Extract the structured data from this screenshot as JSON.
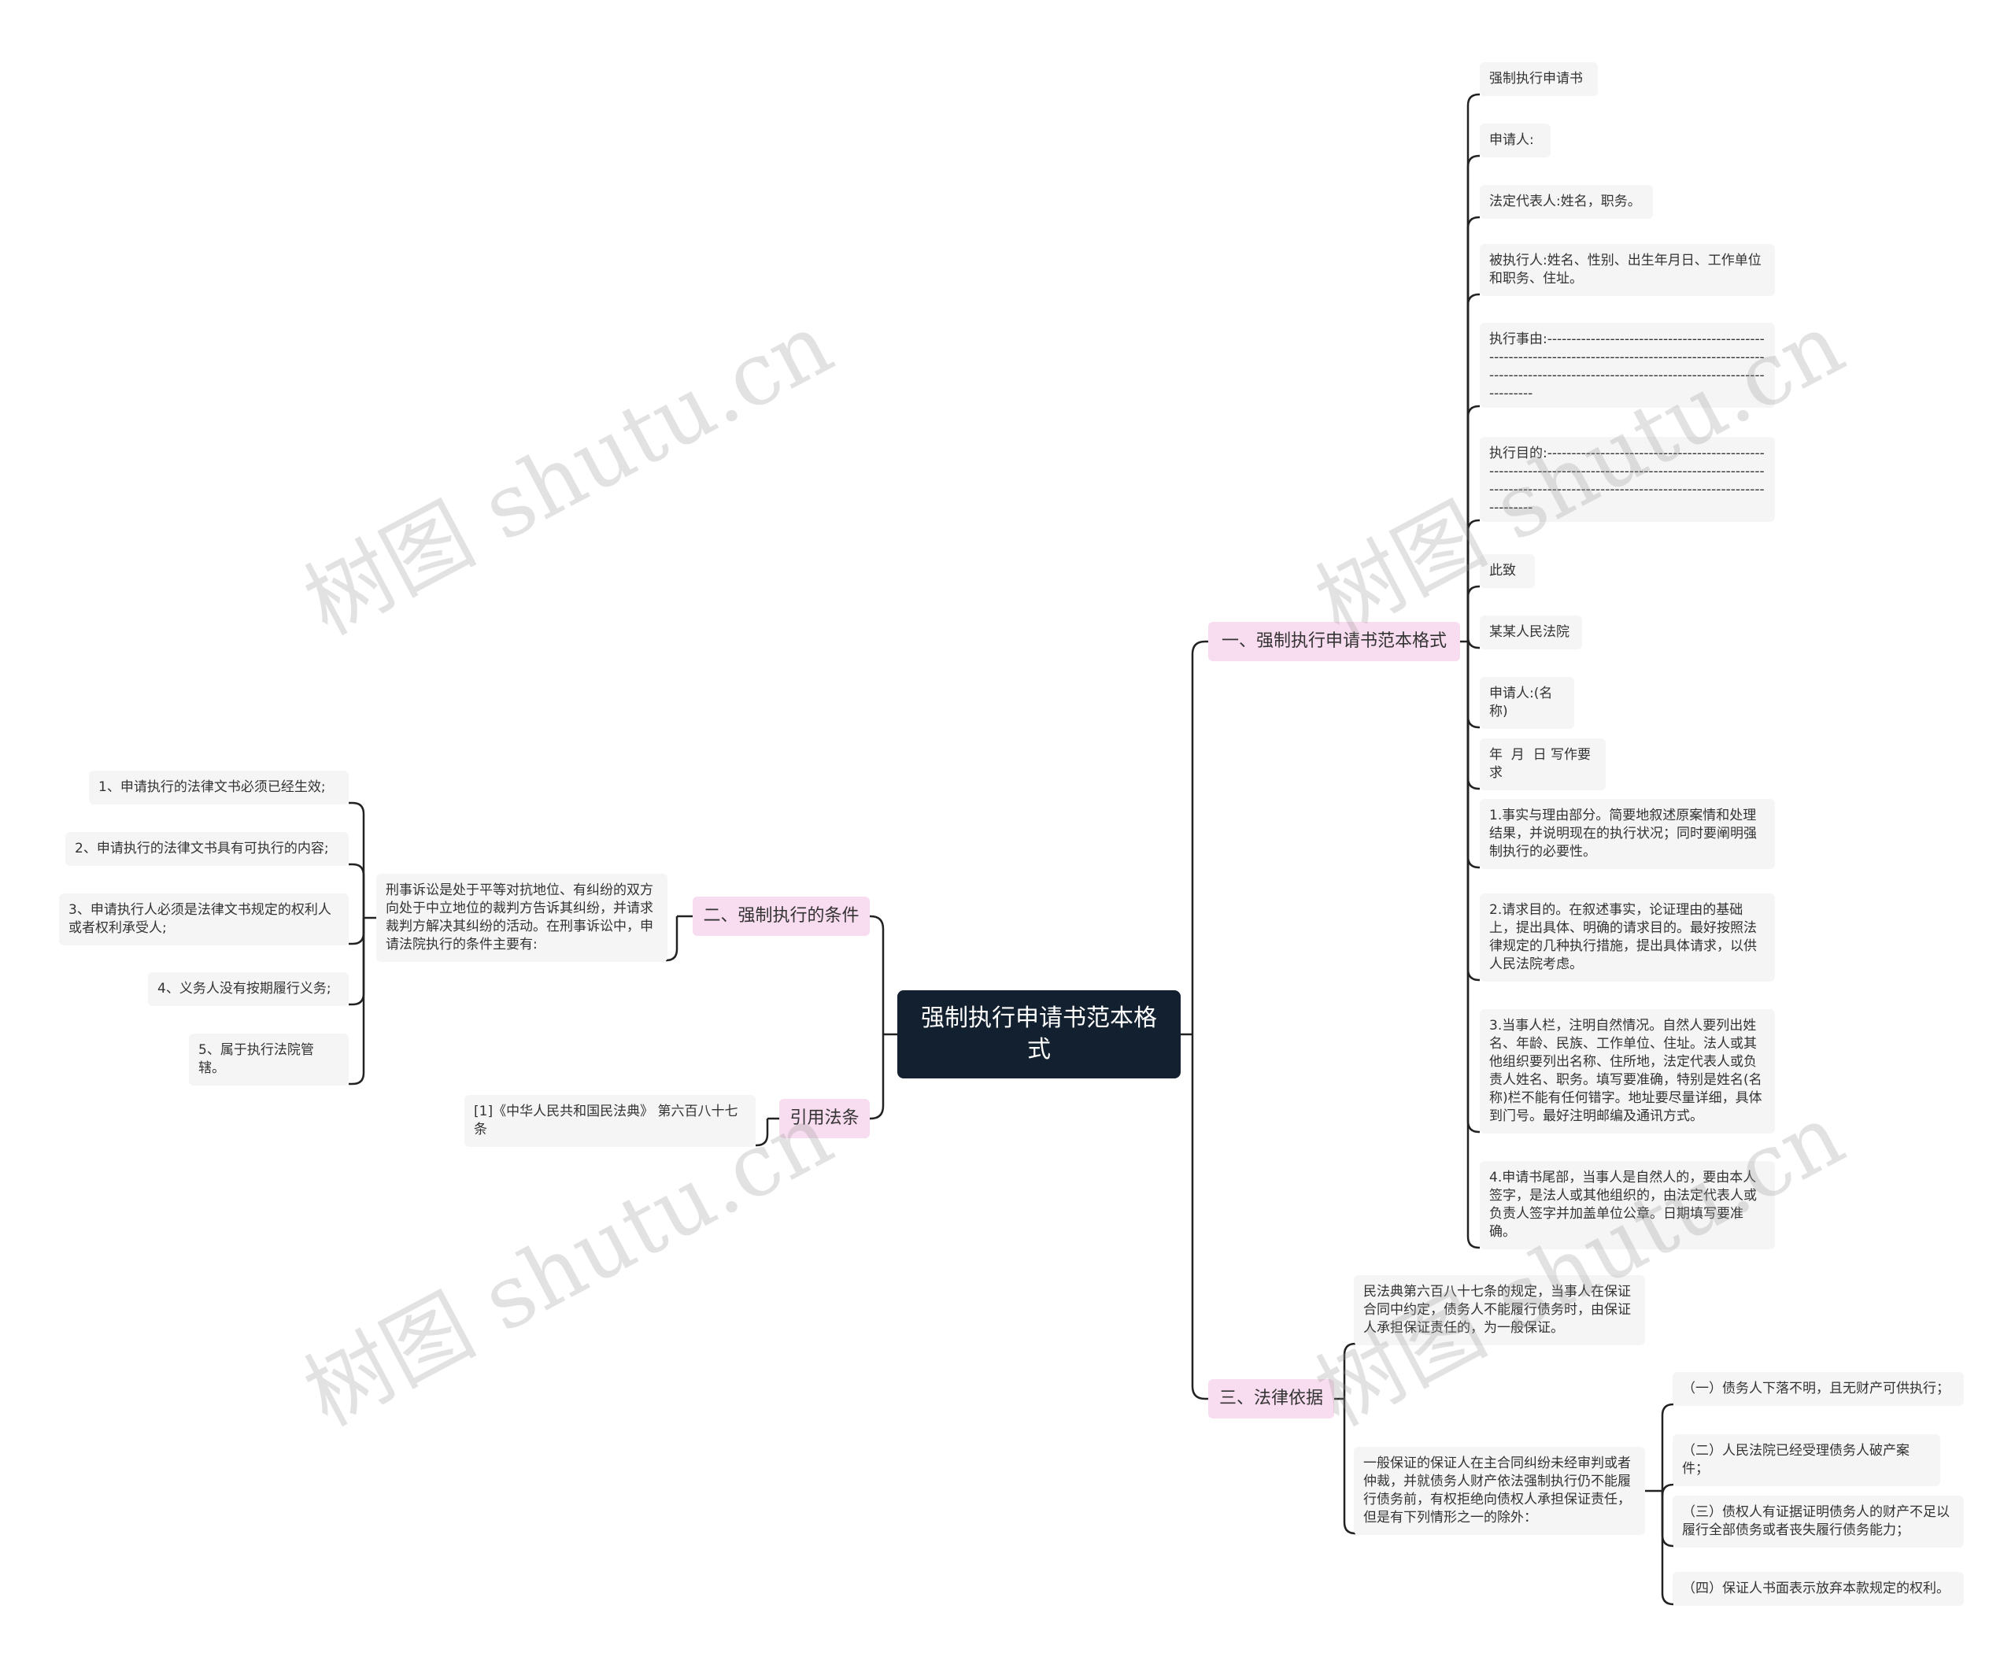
{
  "root": {
    "label": "强制执行申请书范本格式"
  },
  "branches": {
    "format": {
      "label": "一、强制执行申请书范本格式",
      "items": [
        "强制执行申请书",
        "申请人:",
        "法定代表人:姓名，职务。",
        "被执行人:姓名、性别、出生年月日、工作单位和职务、住址。",
        "执行事由:------------------------------------------------------------------------------------------------------------------------------------------------------------------------",
        "执行目的:------------------------------------------------------------------------------------------------------------------------------------------------------------------------",
        "此致",
        "某某人民法院",
        "申请人:(名称)",
        "年  月  日 写作要求",
        "1.事实与理由部分。简要地叙述原案情和处理结果，并说明现在的执行状况；同时要阐明强制执行的必要性。",
        "2.请求目的。在叙述事实，论证理由的基础上，提出具体、明确的请求目的。最好按照法律规定的几种执行措施，提出具体请求，以供人民法院考虑。",
        "3.当事人栏，注明自然情况。自然人要列出姓名、年龄、民族、工作单位、住址。法人或其他组织要列出名称、住所地，法定代表人或负责人姓名、职务。填写要准确，特别是姓名(名称)栏不能有任何错字。地址要尽量详细，具体到门号。最好注明邮编及通讯方式。",
        "4.申请书尾部，当事人是自然人的，要由本人签字，是法人或其他组织的，由法定代表人或负责人签字并加盖单位公章。日期填写要准确。"
      ]
    },
    "law": {
      "label": "三、法律依据",
      "items": [
        "民法典第六百八十七条的规定，当事人在保证合同中约定，债务人不能履行债务时，由保证人承担保证责任的，为一般保证。",
        "一般保证的保证人在主合同纠纷未经审判或者仲裁，并就债务人财产依法强制执行仍不能履行债务前，有权拒绝向债权人承担保证责任，但是有下列情形之一的除外："
      ],
      "sub_items": [
        "（一）债务人下落不明，且无财产可供执行；",
        "（二）人民法院已经受理债务人破产案件；",
        "（三）债权人有证据证明债务人的财产不足以履行全部债务或者丧失履行债务能力；",
        "（四）保证人书面表示放弃本款规定的权利。"
      ]
    },
    "conditions": {
      "label": "二、强制执行的条件",
      "intro": "刑事诉讼是处于平等对抗地位、有纠纷的双方向处于中立地位的裁判方告诉其纠纷，并请求裁判方解决其纠纷的活动。在刑事诉讼中，申请法院执行的条件主要有:",
      "items": [
        "1、申请执行的法律文书必须已经生效;",
        "2、申请执行的法律文书具有可执行的内容;",
        "3、申请执行人必须是法律文书规定的权利人或者权利承受人;",
        "4、义务人没有按期履行义务;",
        "5、属于执行法院管辖。"
      ]
    },
    "cite": {
      "label": "引用法条",
      "items": [
        "[1]《中华人民共和国民法典》 第六百八十七条"
      ]
    }
  },
  "watermark": "树图 shutu.cn",
  "colors": {
    "root_bg": "#13202f",
    "branch_bg": "#f8dcef",
    "leaf_bg": "#f5f5f5",
    "line": "#222222"
  }
}
